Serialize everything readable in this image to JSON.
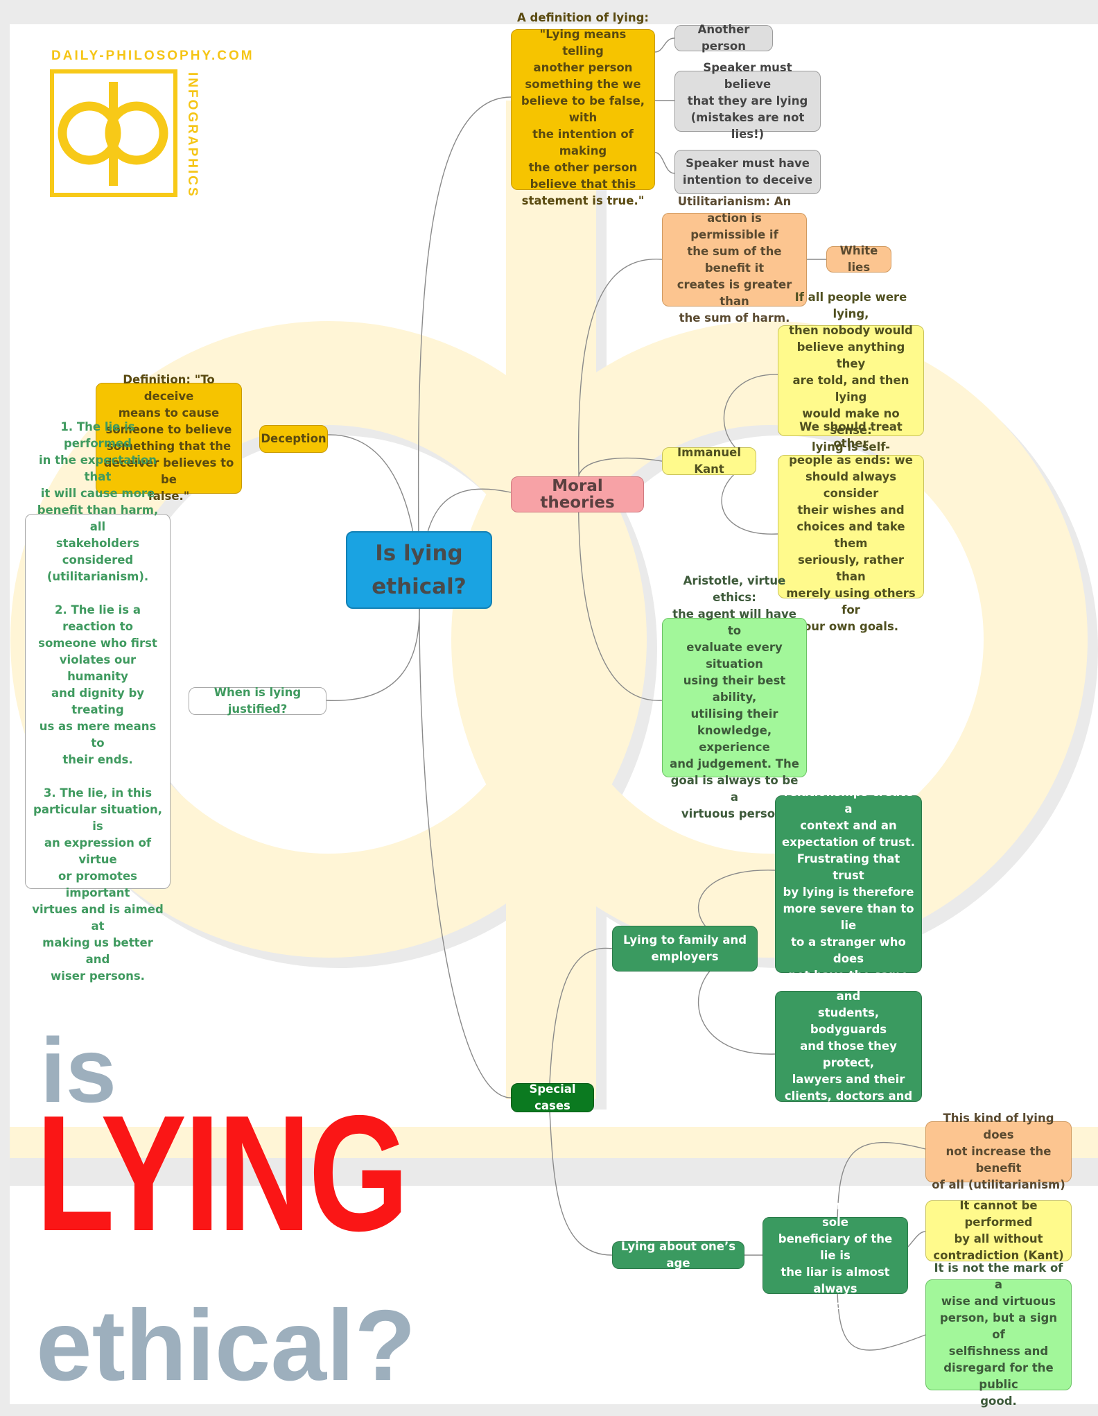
{
  "colors": {
    "page_background": "#ebebeb",
    "paper": "#ffffff",
    "watermark": "#fff5d6",
    "logo": "#f7c918",
    "connector": "#8a8a8a",
    "title_red": "#fa1616",
    "title_gray": "#9dafbd"
  },
  "logo": {
    "site": "DAILY-PHILOSOPHY.COM",
    "side": "INFOGRAPHICS",
    "mark": "φ"
  },
  "title": {
    "line1": "is",
    "line2": "LYING",
    "line3": "ethical?"
  },
  "mindmap": {
    "center": "Is lying\nethical?",
    "definition": "A definition of lying:\n\"Lying means telling\nanother person\nsomething the we\nbelieve to be false, with\nthe intention of making\nthe other person\nbelieve that this\nstatement is true.\"",
    "def_another": "Another person",
    "def_believe": "Speaker must believe\nthat they are lying\n(mistakes are not lies!)",
    "def_intention": "Speaker must have\nintention to deceive",
    "moral_theories": "Moral theories",
    "utilitarianism": "Utilitarianism: An\naction is permissible if\nthe sum of the benefit it\ncreates is greater than\nthe sum of harm.",
    "white_lies": "White lies",
    "kant": "Immanuel Kant",
    "kant_selfdefeating": "If all people were lying,\nthen nobody would\nbelieve anything they\nare told, and then lying\nwould make no sense:\nlying is self-defeating",
    "kant_ends": "We should treat other\npeople as ends: we\nshould always consider\ntheir wishes and\nchoices and take them\nseriously, rather than\nmerely using others for\nour own goals.",
    "aristotle": "Aristotle, virtue ethics:\nthe agent will have to\nevaluate every situation\nusing their best ability,\nutilising their\nknowledge, experience\nand judgement. The\ngoal is always to be a\nvirtuous person.",
    "deception": "Deception",
    "deception_def": "Definition: \"To deceive\nmeans to cause\nsomeone to believe\nsomething that the\ndeceiver believes to be\nfalse.\"",
    "justified": "When is lying justified?",
    "justified_list": "1. The lie is performed\nin the expectation that\nit will cause more\nbenefit than harm, all\nstakeholders\nconsidered\n(utilitarianism).\n\n2. The lie is a reaction to\nsomeone who first\nviolates our humanity\nand dignity by treating\nus as mere means to\ntheir ends.\n\n3. The lie, in this\nparticular situation, is\nan expression of virtue\nor promotes important\nvirtues and is aimed at\nmaking us better and\nwiser persons.",
    "special_cases": "Special cases",
    "family": "Lying to family and\nemployers",
    "family_trust": "Some special\nrelationships create a\ncontext and an\nexpectation of trust.\nFrustrating that trust\nby lying is therefore\nmore severe than to lie\nto a stranger who does\nnot have the same\nexpectation of trust.",
    "family_same": "Same for teachers and\nstudents, bodyguards\nand those they protect,\nlawyers and their\nclients, doctors and\npatients and so on",
    "age": "Lying about one’s age",
    "sole": "Lying where the sole\nbeneficiary of the lie is\nthe liar is almost always\nimmoral.",
    "sole_util": "This kind of lying does\nnot increase the benefit\nof all (utilitarianism)",
    "sole_kant": "It cannot be performed\nby all without\ncontradiction (Kant)",
    "sole_virtue": "It is not the mark of a\nwise and virtuous\nperson, but a sign of\nselfishness and\ndisregard for the public\ngood."
  }
}
